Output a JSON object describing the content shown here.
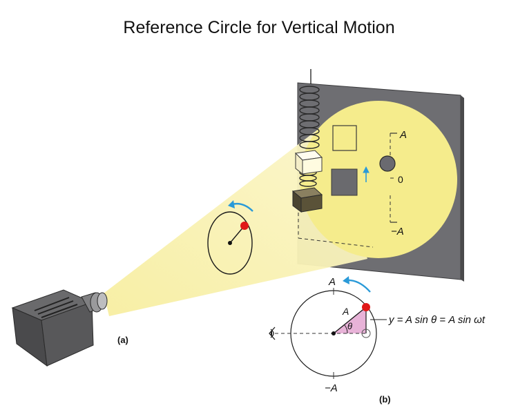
{
  "title": "Reference Circle for Vertical Motion",
  "panel_a": {
    "label": "(a)",
    "screen_top_label": "A",
    "screen_zero_label": "0",
    "screen_bottom_label": "−A"
  },
  "panel_b": {
    "label": "(b)",
    "top_label": "A",
    "bottom_label": "−A",
    "radius_label": "A",
    "angle_label": "θ",
    "equation": "y = A sin θ = A sin ωt"
  },
  "colors": {
    "light_beam": "#f8f1b0",
    "light_disk": "#f5ec8c",
    "screen": "#6e6e72",
    "red_ball": "#e01818",
    "arrow_blue": "#2a9ad8",
    "triangle_fill": "#e8b3d8",
    "mass_dark": "#5a5238",
    "mass_light": "#fffbe0",
    "projector": "#5a5a5c"
  },
  "icons": [
    "projector-icon",
    "eye-icon",
    "spring-icon",
    "rotation-arrow-icon",
    "up-arrow-icon"
  ]
}
